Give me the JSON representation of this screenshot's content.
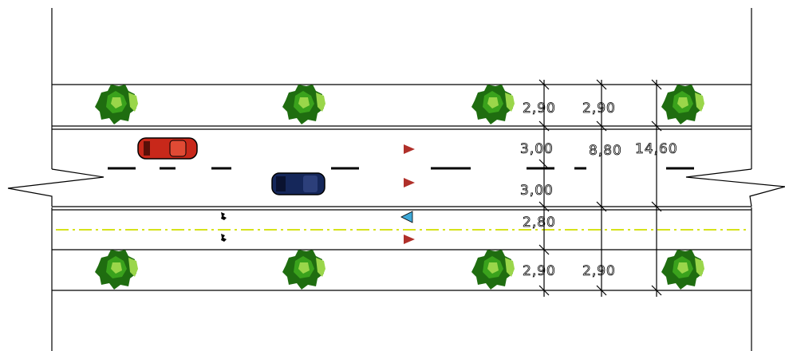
{
  "drawing": {
    "colors": {
      "background": "#ffffff",
      "line": "#000000",
      "centerline": "#d6e21a",
      "tree_dark": "#1f6d10",
      "tree_mid": "#3aa21c",
      "tree_light": "#9ad64a",
      "car_red": "#c8281a",
      "car_blue": "#15275a",
      "arrow_red": "#b0302a",
      "arrow_blue": "#3fa9d8"
    },
    "dimensions": {
      "top_sidewalk_left": "2,90",
      "top_sidewalk_right": "2,90",
      "lane_1": "3,00",
      "lane_2": "3,00",
      "bike_lane": "2,80",
      "bottom_sidewalk_left": "2,90",
      "bottom_sidewalk_right": "2,90",
      "total_left": "8,80",
      "total_right": "14,60"
    },
    "icons": [
      "tree-icon",
      "red-car-icon",
      "blue-car-icon",
      "red-direction-arrow-icon",
      "blue-direction-arrow-icon",
      "cyclist-icon"
    ]
  }
}
